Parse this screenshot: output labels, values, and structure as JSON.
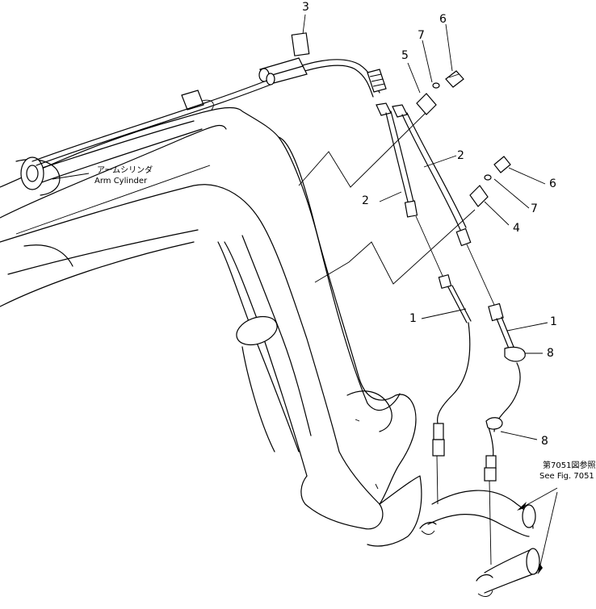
{
  "callouts": {
    "c1a": "1",
    "c1b": "1",
    "c2a": "2",
    "c2b": "2",
    "c3": "3",
    "c4": "4",
    "c5": "5",
    "c6a": "6",
    "c6b": "6",
    "c7a": "7",
    "c7b": "7",
    "c8a": "8",
    "c8b": "8"
  },
  "labels": {
    "arm_cylinder_jp": "アームシリンダ",
    "arm_cylinder_en": "Arm Cylinder",
    "see_fig_jp": "第7051図参照",
    "see_fig_en": "See Fig. 7051"
  },
  "colors": {
    "ink": "#000000",
    "paper": "#ffffff"
  }
}
